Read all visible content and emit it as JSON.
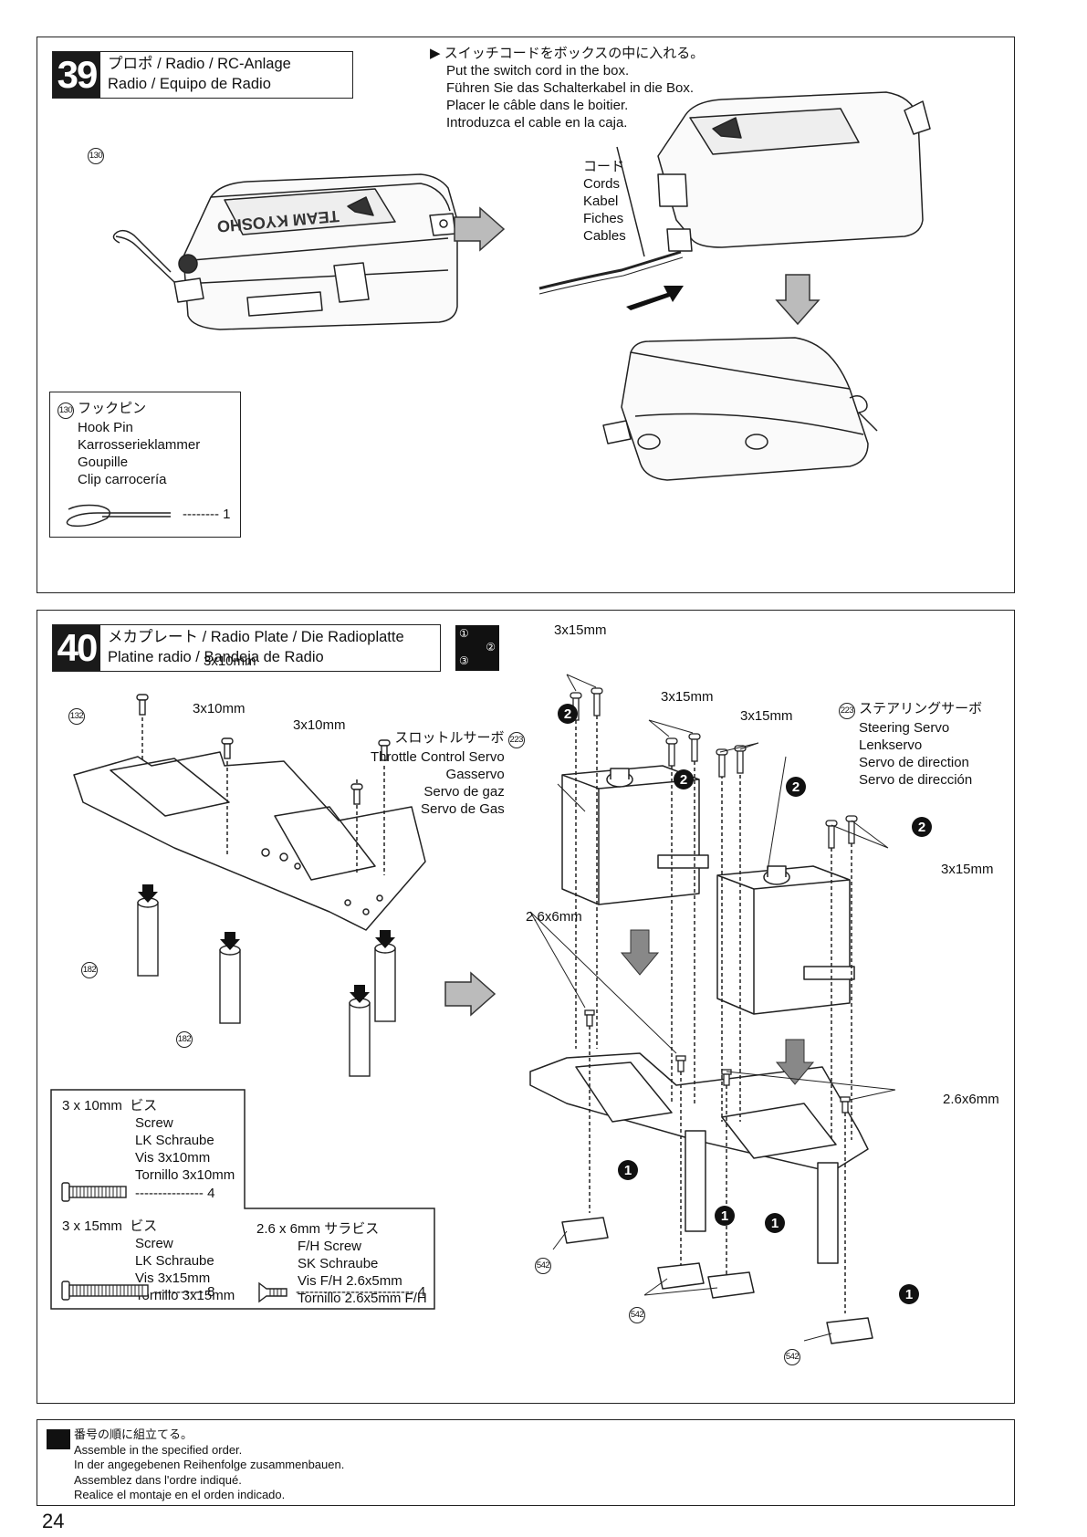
{
  "step39": {
    "number": "39",
    "title_line1": "プロポ / Radio / RC-Anlage",
    "title_line2": "Radio / Equipo de Radio",
    "instruction": [
      "スイッチコードをボックスの中に入れる。",
      "Put the switch cord in the box.",
      "Führen Sie das Schalterkabel in die Box.",
      "Placer le câble dans le boitier.",
      "Introduzca el cable en la caja."
    ],
    "cord_labels": [
      "コード",
      "Cords",
      "Kabel",
      "Fiches",
      "Cables"
    ],
    "callout_part": "130",
    "box_logo": "TEAM KYOSHO",
    "parts_box": {
      "part_no": "130",
      "names": [
        "フックピン",
        "Hook Pin",
        "Karrosserieklammer",
        "Goupille",
        "Clip carrocería"
      ],
      "qty": "1"
    }
  },
  "step40": {
    "number": "40",
    "title_line1": "メカプレート / Radio Plate / Die Radioplatte",
    "title_line2": "Platine radio / Bandeja de Radio",
    "order_icon": [
      "①",
      "②",
      "③"
    ],
    "labels": {
      "screw_3x10": "3x10mm",
      "screw_3x15": "3x15mm",
      "screw_26x6": "2.6x6mm",
      "part_132": "132",
      "part_182": "182",
      "part_223": "223",
      "part_542": "542"
    },
    "throttle_servo": [
      "スロットルサーボ",
      "Throttle Control Servo",
      "Gasservo",
      "Servo de gaz",
      "Servo de Gas"
    ],
    "steering_servo": [
      "ステアリングサーボ",
      "Steering Servo",
      "Lenkservo",
      "Servo de direction",
      "Servo de dirección"
    ],
    "step_numbers": {
      "one": "1",
      "two": "2"
    },
    "parts_box_screw": {
      "a_size": "3 x 10mm",
      "a_names": [
        "ビス",
        "Screw",
        "LK Schraube",
        "Vis 3x10mm",
        "Tornillo 3x10mm"
      ],
      "a_qty": "4",
      "b_size": "3 x 15mm",
      "b_names": [
        "ビス",
        "Screw",
        "LK Schraube",
        "Vis 3x15mm",
        "Tornillo 3x15mm"
      ],
      "b_qty": "8",
      "c_size": "2.6 x 6mm",
      "c_names": [
        "サラビス",
        "F/H Screw",
        "SK Schraube",
        "Vis F/H 2.6x5mm",
        "Tornillo 2.6x5mm F/H"
      ],
      "c_qty": "4"
    }
  },
  "footer": {
    "lines": [
      "番号の順に組立てる。",
      "Assemble in the specified order.",
      "In der angegebenen Reihenfolge zusammenbauen.",
      "Assemblez dans l'ordre indiqué.",
      "Realice el montaje en el orden indicado."
    ],
    "page_number": "24"
  }
}
